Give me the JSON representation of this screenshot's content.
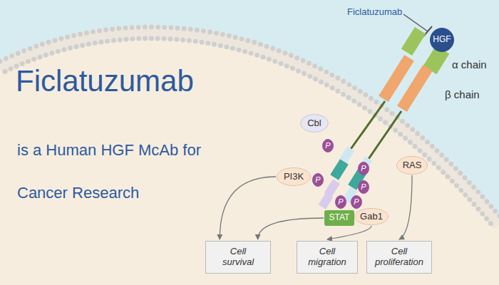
{
  "diagram": {
    "title": "Ficlatuzumab",
    "nodes": [
      {
        "text": [
          "HGF"
        ]
      },
      {
        "text": [
          "Cbl"
        ]
      },
      {
        "text": [
          "PI3K"
        ]
      },
      {
        "text": [
          "RAS"
        ]
      },
      {
        "text": [
          "STAT"
        ]
      },
      {
        "text": [
          "Gab1"
        ]
      },
      {
        "text": [
          "Cell survival"
        ]
      },
      {
        "text": [
          "Cell migration"
        ]
      },
      {
        "text": [
          "Cell proliferation"
        ]
      },
      {
        "text": [
          "P"
        ]
      },
      {
        "text": [
          "P"
        ]
      },
      {
        "text": [
          "P"
        ]
      },
      {
        "text": [
          "P"
        ]
      },
      {
        "text": [
          "P"
        ]
      },
      {
        "text": [
          "P"
        ]
      }
    ],
    "edges": [
      {
        "from": 2,
        "to": 6,
        "arrow": "to"
      },
      {
        "from": 4,
        "to": 6,
        "arrow": "to"
      },
      {
        "from": 5,
        "to": 7,
        "arrow": "to"
      },
      {
        "from": 3,
        "to": 8,
        "arrow": "to"
      }
    ],
    "labels": [
      "Ficlatuzumab",
      "α chain",
      "β chain",
      "is a Human HGF McAb for",
      "Cancer Research"
    ]
  }
}
